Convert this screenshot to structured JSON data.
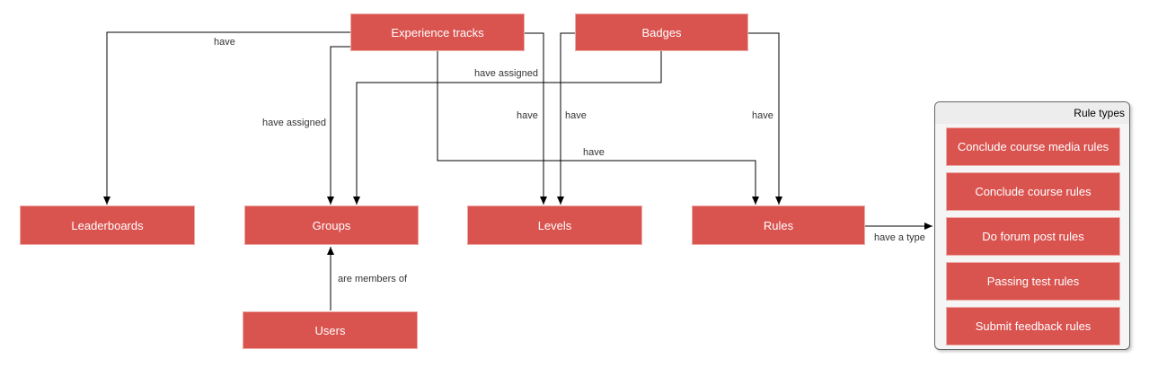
{
  "diagram": {
    "colors": {
      "background": "#ffffff",
      "node_fill": "#d9534f",
      "node_border": "#eeaaa4",
      "node_text": "#ffffff",
      "edge_stroke": "#000000",
      "edge_label_text": "#333333",
      "panel_background": "#f5f5f5",
      "panel_header_background": "#ededed",
      "panel_border": "#666666"
    },
    "nodes": {
      "experience_tracks": {
        "label": "Experience tracks"
      },
      "badges": {
        "label": "Badges"
      },
      "leaderboards": {
        "label": "Leaderboards"
      },
      "groups": {
        "label": "Groups"
      },
      "levels": {
        "label": "Levels"
      },
      "rules": {
        "label": "Rules"
      },
      "users": {
        "label": "Users"
      }
    },
    "edges": {
      "experience_tracks_to_leaderboards": {
        "label": "have"
      },
      "experience_tracks_to_groups": {
        "label": "have assigned"
      },
      "badges_to_groups": {
        "label": "have assigned"
      },
      "experience_tracks_to_levels": {
        "label": "have"
      },
      "badges_to_levels": {
        "label": "have"
      },
      "badges_to_rules": {
        "label": "have"
      },
      "experience_tracks_to_rules": {
        "label": "have"
      },
      "users_to_groups": {
        "label": "are members of"
      },
      "rules_to_rule_types": {
        "label": "have a type"
      }
    },
    "rule_types_panel": {
      "title": "Rule types",
      "items": [
        "Conclude course media rules",
        "Conclude course rules",
        "Do forum post rules",
        "Passing test rules",
        "Submit feedback rules"
      ]
    }
  }
}
